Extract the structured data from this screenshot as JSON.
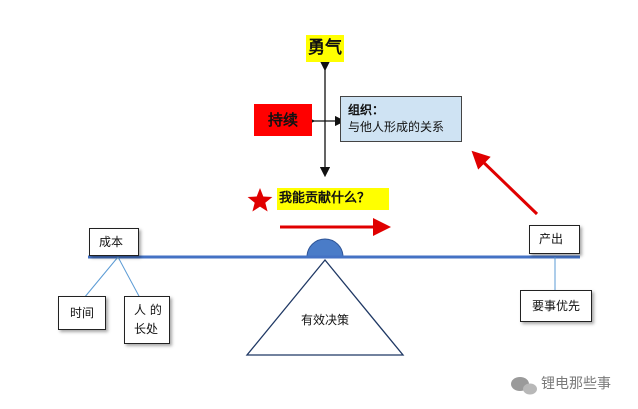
{
  "title": "勇气",
  "persist_label": "持续",
  "org": {
    "title": "组织：",
    "subtitle": "与他人形成的关系"
  },
  "question": "我能贡献什么？",
  "cost": {
    "label": "成本",
    "children": [
      "时间",
      "人 的\n长处"
    ]
  },
  "output": {
    "label": "产出",
    "child": "要事优先"
  },
  "fulcrum_label": "有效决策",
  "watermark": "锂电那些事",
  "colors": {
    "beam": "#4472c4",
    "accent_red": "#e00000",
    "highlight": "#ffff00",
    "org_fill": "#cfe3f3"
  }
}
